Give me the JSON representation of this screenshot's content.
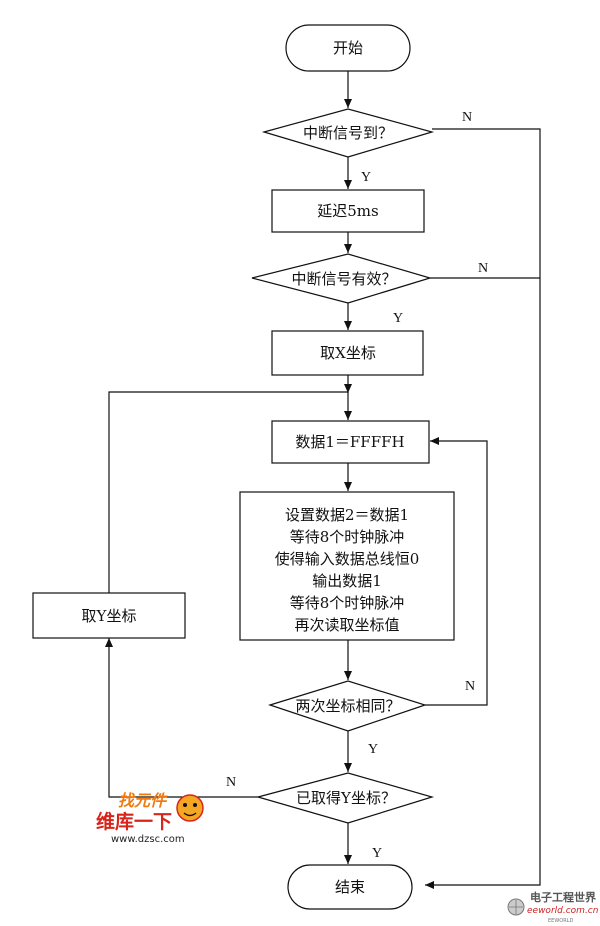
{
  "flowchart": {
    "start": "开始",
    "decision_interrupt": "中断信号到？",
    "delay": "延迟5ms",
    "decision_valid": "中断信号有效？",
    "get_x": "取X坐标",
    "data_init": "数据1＝FFFFH",
    "block_lines": [
      "设置数据2＝数据1",
      "等待8个时钟脉冲",
      "使得输入数据总线恒0",
      "输出数据1",
      "等待8个时钟脉冲",
      "再次读取坐标值"
    ],
    "decision_same": "两次坐标相同？",
    "decision_y_done": "已取得Y坐标？",
    "get_y": "取Y坐标",
    "end": "结束",
    "yes_label": "Y",
    "no_label": "N"
  },
  "watermarks": {
    "dzsc_top": "找元件",
    "dzsc_middle": "维库一下",
    "dzsc_url": "www.dzsc.com",
    "eeworld_cn": "电子工程世界",
    "eeworld_url": "eeworld.com.cn",
    "eeworld_small": "EEWORLD"
  },
  "colors": {
    "line": "#111111",
    "dzsc_orange": "#f07a10",
    "dzsc_red": "#d8251c",
    "eeworld_gray": "#666666",
    "eeworld_red": "#cc2222"
  }
}
